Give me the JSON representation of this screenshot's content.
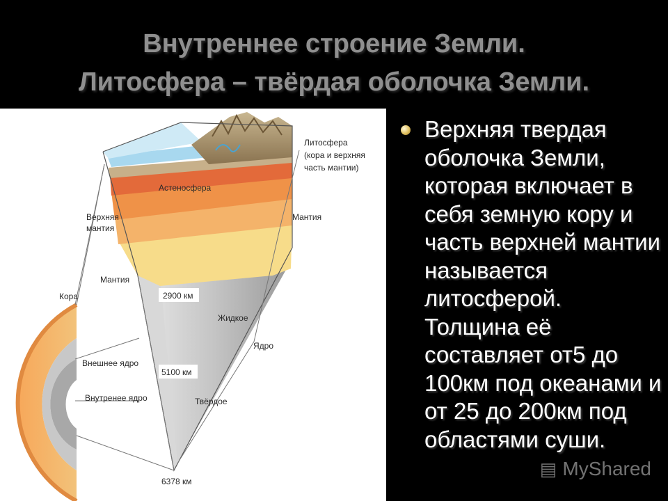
{
  "slide": {
    "title_line1": "Внутреннее строение Земли.",
    "title_line2": "Литосфера – твёрдая оболочка Земли.",
    "bullet_text": "Верхняя твердая оболочка Земли, которая включает в себя земную кору и часть верхней мантии называется литосферой. Толщина её составляет от5 до 100км под океанами и от 25 до 200км под областями суши."
  },
  "diagram": {
    "labels": {
      "lithosphere_1": "Литосфера",
      "lithosphere_2": "(кора и верхняя",
      "lithosphere_3": "часть мантии)",
      "asthenosphere": "Астеносфера",
      "upper_mantle_1": "Верхняя",
      "upper_mantle_2": "мантия",
      "mantle_right": "Мантия",
      "mantle_left": "Мантия",
      "crust": "Кора",
      "depth_2900": "2900 км",
      "liquid": "Жидкое",
      "core": "Ядро",
      "outer_core": "Внешнее ядро",
      "depth_5100": "5100 км",
      "inner_core": "Внутренее ядро",
      "solid": "Твёрдое",
      "depth_6378": "6378 км"
    }
  },
  "watermark": {
    "text": "MyShared"
  },
  "colors": {
    "background": "#000000",
    "title": "#8f8f8f",
    "bullet_text": "#ffffff"
  }
}
